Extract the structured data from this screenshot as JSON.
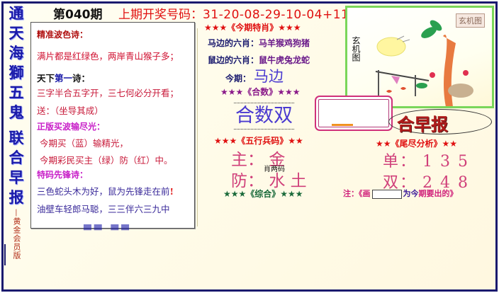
{
  "left_strip": {
    "chars_top": [
      "通",
      "天",
      "海",
      "獅",
      "五",
      "鬼"
    ],
    "chars_bottom": [
      "联",
      "合",
      "早",
      "报"
    ],
    "subtitle": "—黄金会员版"
  },
  "header": {
    "period": "第040期",
    "last_draw_label": "上期开奖号码：",
    "last_draw_numbers": "31-20-08-29-10-04+11"
  },
  "poems": {
    "wave_color_title": "精准波色诗：",
    "wave_color_line": "满片都是红绿色，两岸青山猴子多；",
    "first_poem_title_a": "天下",
    "first_poem_title_b": "第一",
    "first_poem_title_c": "诗：",
    "first_poem_line": "三字半合五字开，三七何必分开看；",
    "first_poem_answer": "送：（坐导其成）",
    "buy_wave_title": "正版买波输尽光：",
    "buy_wave_line1": "今期买（蓝）输精光，",
    "buy_wave_line2": "今期彩民买主（绿）防（红）中。",
    "special_title": "特码先锋诗：",
    "special_line1": "三色蛇头木为好，鼠为先锋走在前",
    "special_exclaim": "!",
    "special_line2": "油壁车轻郎马聪，三三伴六三九中"
  },
  "center": {
    "special_zodiac_header": "★★★《今期特肖》★★★",
    "horse_side_label": "马边的六肖：",
    "horse_side_value": "马羊猴鸡狗猪",
    "rat_side_label": "鼠边的六肖：",
    "rat_side_value": "鼠牛虎兔龙蛇",
    "this_period_label": "今期：",
    "this_period_value": "马边",
    "combo_header": "★★★《合数》★★★",
    "combo_value": "合数双",
    "five_elements_header": "★★★《五行兵码》★★",
    "main_label": "主：",
    "main_value": "金",
    "guard_label": "防：",
    "guard_value": "水 土",
    "overlay_text": "肖两码",
    "summary_header": "★★★《综合》★★★"
  },
  "picture": {
    "stamp": "玄机图",
    "vertical_label": "玄机图"
  },
  "right": {
    "brand": "合早报",
    "tail_header": "★★《尾尽分析》★★",
    "odd_label": "单：",
    "odd_values": "1 3 5",
    "even_label": "双：",
    "even_values": "2 4 8",
    "note_prefix": "注：《画",
    "note_suffix_a": "为今",
    "note_suffix_b": "期要出的》"
  },
  "colors": {
    "frame": "#1a1a6e",
    "title_blue": "#1a1aa8",
    "draw_red": "#e01010",
    "pink": "#d0407a",
    "picture_border": "#7ad65a"
  }
}
